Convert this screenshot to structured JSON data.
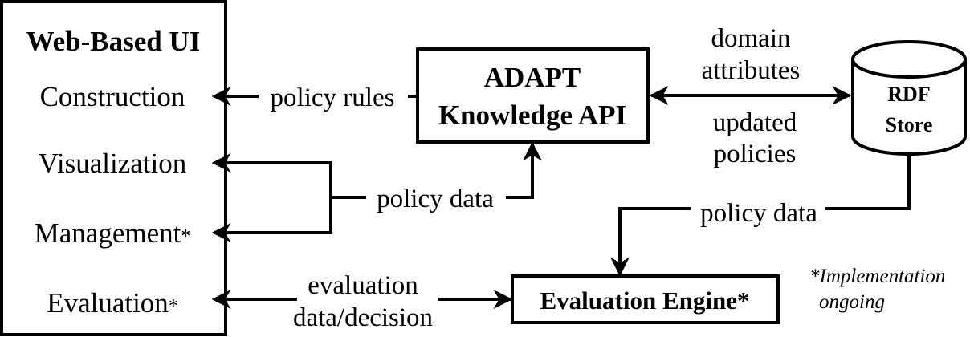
{
  "ui_box": {
    "title": "Web-Based UI",
    "items": [
      {
        "label": "Construction",
        "asterisk": ""
      },
      {
        "label": "Visualization",
        "asterisk": ""
      },
      {
        "label": "Management",
        "asterisk": "*"
      },
      {
        "label": "Evaluation",
        "asterisk": "*"
      }
    ]
  },
  "api_box": {
    "line1": "ADAPT",
    "line2": "Knowledge API"
  },
  "rdf_store": {
    "line1": "RDF",
    "line2": "Store"
  },
  "engine_box": {
    "label": "Evaluation Engine*"
  },
  "edges": {
    "policy_rules": "policy rules",
    "policy_data_ui": "policy data",
    "domain_attributes": [
      "domain",
      "attributes"
    ],
    "updated_policies": [
      "updated",
      "policies"
    ],
    "policy_data_store": "policy data",
    "evaluation": [
      "evaluation",
      "data/decision"
    ]
  },
  "footnote": [
    "*Implementation",
    "ongoing"
  ]
}
